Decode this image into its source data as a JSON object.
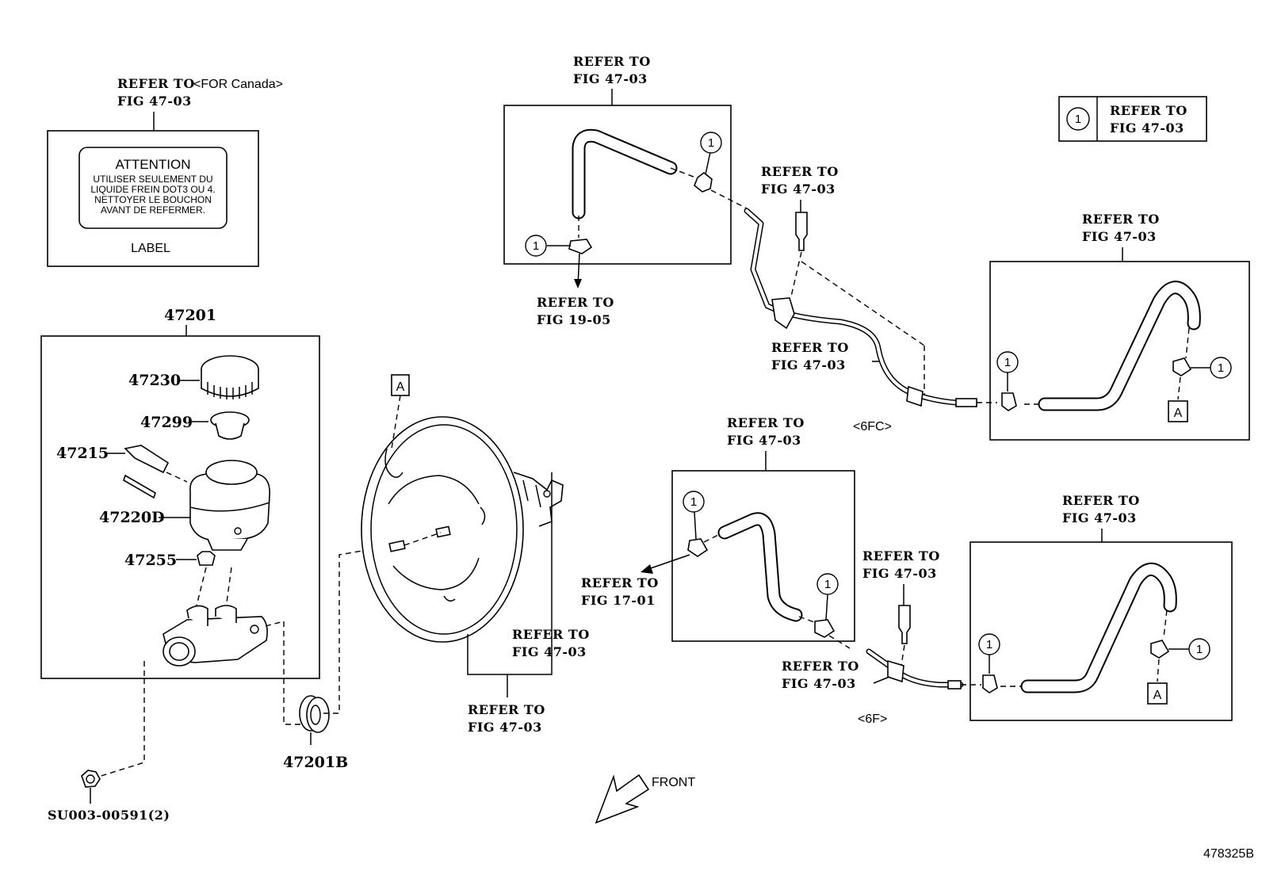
{
  "legend": {
    "symbol": "1",
    "line1": "REFER TO",
    "line2": "FIG 47-03"
  },
  "label_panel": {
    "refer_line1": "REFER TO",
    "for_region": "<FOR Canada>",
    "refer_line2": "FIG 47-03",
    "attention_title": "ATTENTION",
    "attention_lines": [
      "UTILISER SEULEMENT DU",
      "LIQUIDE FREIN DOT3 OU 4.",
      "NETTOYER LE BOUCHON",
      "AVANT DE REFERMER."
    ],
    "label_caption": "LABEL"
  },
  "parts": {
    "p47201": "47201",
    "p47230": "47230",
    "p47299": "47299",
    "p47215": "47215",
    "p47220D": "47220D",
    "p47255": "47255",
    "p47201B": "47201B",
    "pSU003": "SU003-00591(2)"
  },
  "refs": {
    "refer": "REFER TO",
    "fig_47_03": "FIG 47-03",
    "fig_19_05": "FIG 19-05",
    "fig_17_01": "FIG 17-01"
  },
  "variants": {
    "v6fc": "<6FC>",
    "v6f": "<6F>"
  },
  "markers": {
    "a": "A",
    "one": "1"
  },
  "front_label": "FRONT",
  "figure_id": "478325B"
}
